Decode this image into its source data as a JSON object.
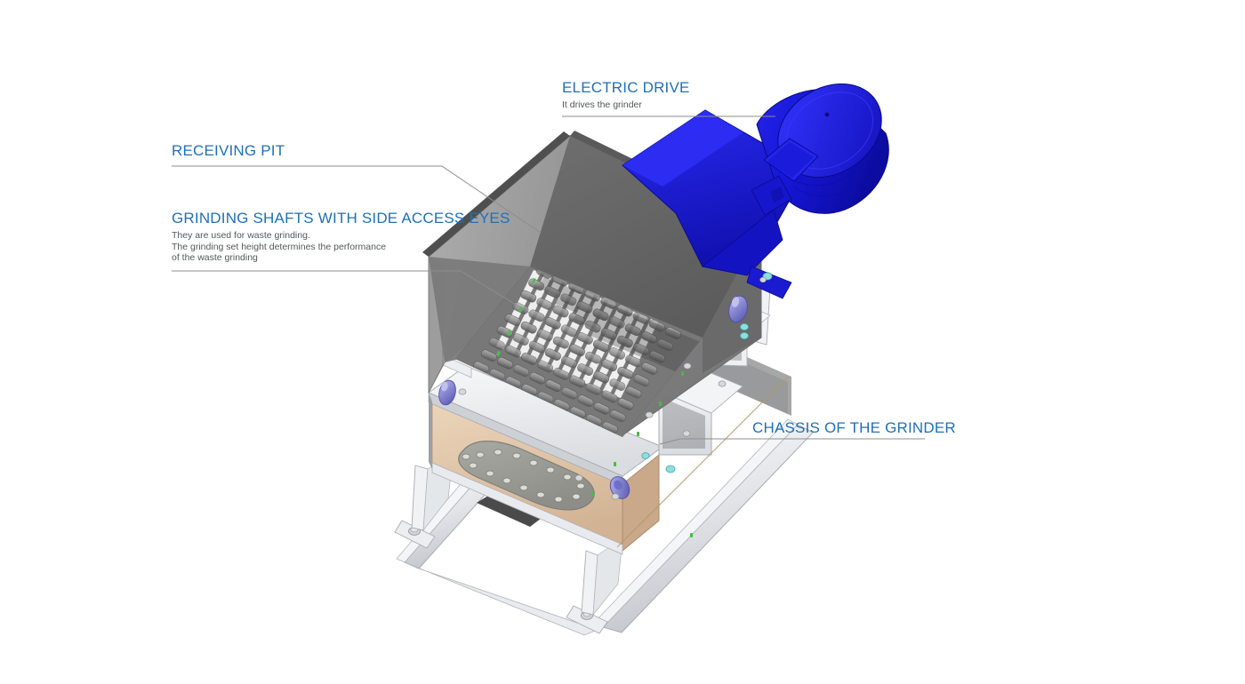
{
  "figure": {
    "subject": "industrial waste grinder / shredder 3D technical illustration",
    "background_color": "#ffffff",
    "accent_color": "#1f70b8",
    "body_text_color": "#54585a",
    "leader_line_color": "#8d8d8d"
  },
  "callouts": [
    {
      "id": "electric-drive",
      "title": "ELECTRIC DRIVE",
      "body": [
        "It drives the grinder"
      ]
    },
    {
      "id": "receiving-pit",
      "title": "RECEIVING PIT",
      "body": []
    },
    {
      "id": "grinding-shafts",
      "title": "GRINDING SHAFTS WITH SIDE ACCESS EYES",
      "body": [
        "They are used for waste grinding.",
        "The grinding set height determines the performance",
        "of the waste grinding"
      ]
    },
    {
      "id": "chassis",
      "title": "CHASSIS OF THE GRINDER",
      "body": []
    }
  ],
  "machine_colors": {
    "motor_blue": "#1414d2",
    "motor_blue_light": "#2b2bf0",
    "motor_blue_dark": "#0d0d9c",
    "hopper_gray_light": "#a3a3a3",
    "hopper_gray_mid": "#8d8d8d",
    "hopper_gray_dark": "#6e6e6e",
    "hopper_rim": "#4a4a4a",
    "cutter_gray": "#9a9a9a",
    "cutter_shadow": "#6a6a6a",
    "frame_white": "#eef0f2",
    "frame_edge": "#b9bcc2",
    "panel_beige": "#e3c9ad",
    "panel_beige_dark": "#cdaf90",
    "access_plate": "#9d9d97",
    "knob_purple": "#8f8fdd",
    "knob_purple_dark": "#5a5ab4",
    "bolt_teal": "#7fd4d4"
  }
}
